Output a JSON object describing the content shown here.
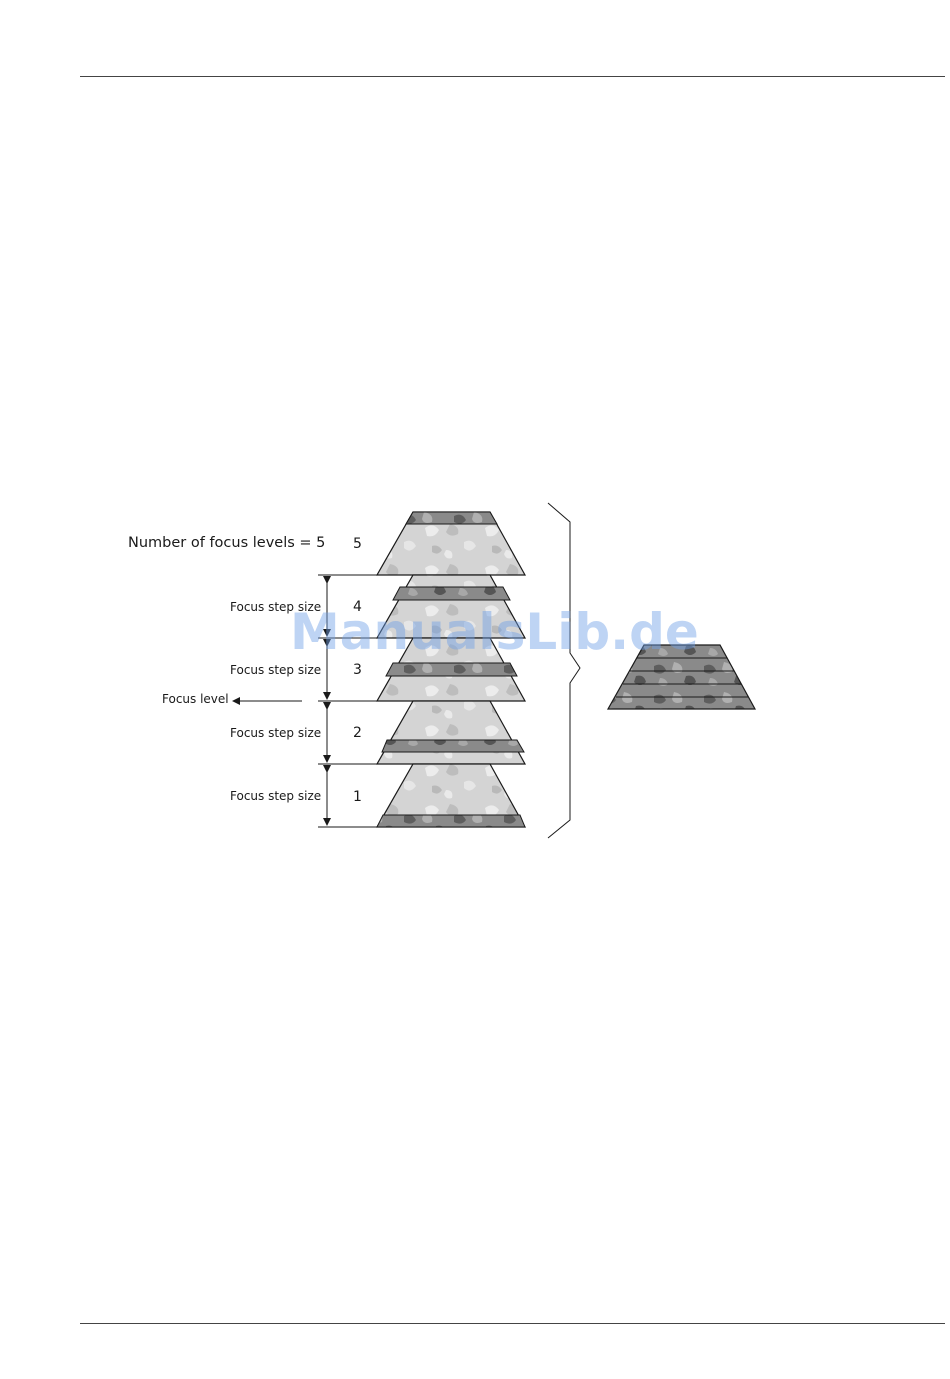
{
  "diagram": {
    "title": "Number of focus levels = 5",
    "levels": [
      {
        "number": "5",
        "step_label": ""
      },
      {
        "number": "4",
        "step_label": "Focus step size"
      },
      {
        "number": "3",
        "step_label": "Focus step size"
      },
      {
        "number": "2",
        "step_label": "Focus step size"
      },
      {
        "number": "1",
        "step_label": "Focus step size"
      }
    ],
    "focus_level_label": "Focus level",
    "watermark": "ManualsLib.de",
    "colors": {
      "light_fill": "#d2d2d2",
      "mid_fill": "#9a9a9a",
      "dark_fill": "#6e6e6e",
      "stroke": "#1a1a1a"
    }
  }
}
